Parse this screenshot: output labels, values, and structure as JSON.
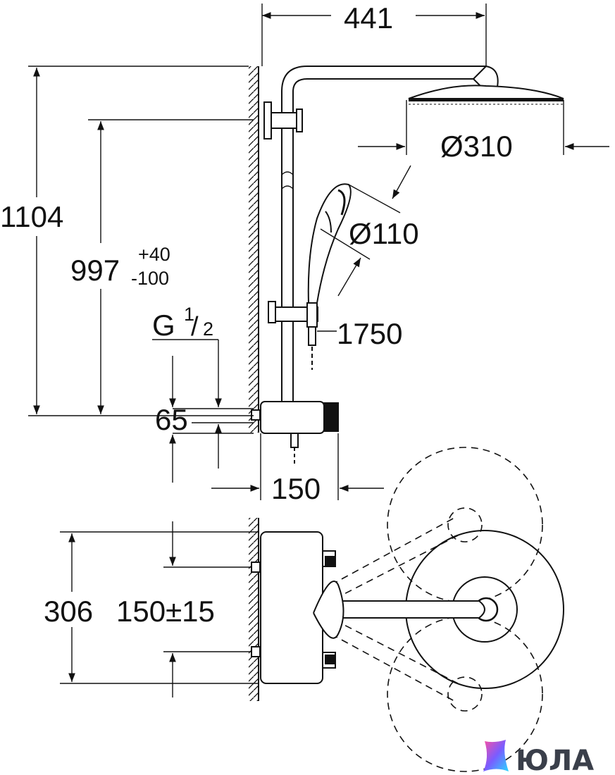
{
  "dimensions": {
    "top_width": "441",
    "total_height": "1104",
    "bar_height": "997",
    "bar_tolerance_plus": "+40",
    "bar_tolerance_minus": "-100",
    "thread_G": "G",
    "thread_num": "1",
    "thread_den": "2",
    "inlet_spacing": "65",
    "head_diameter": "Ø310",
    "hand_diameter": "Ø110",
    "hose_length": "1750",
    "projection": "150",
    "plan_width": "306",
    "plan_spacing": "150±15"
  },
  "brand": {
    "name": "ЮЛА",
    "logo_colors": [
      "#ff4fa0",
      "#7a5cff",
      "#28d8ff"
    ]
  }
}
